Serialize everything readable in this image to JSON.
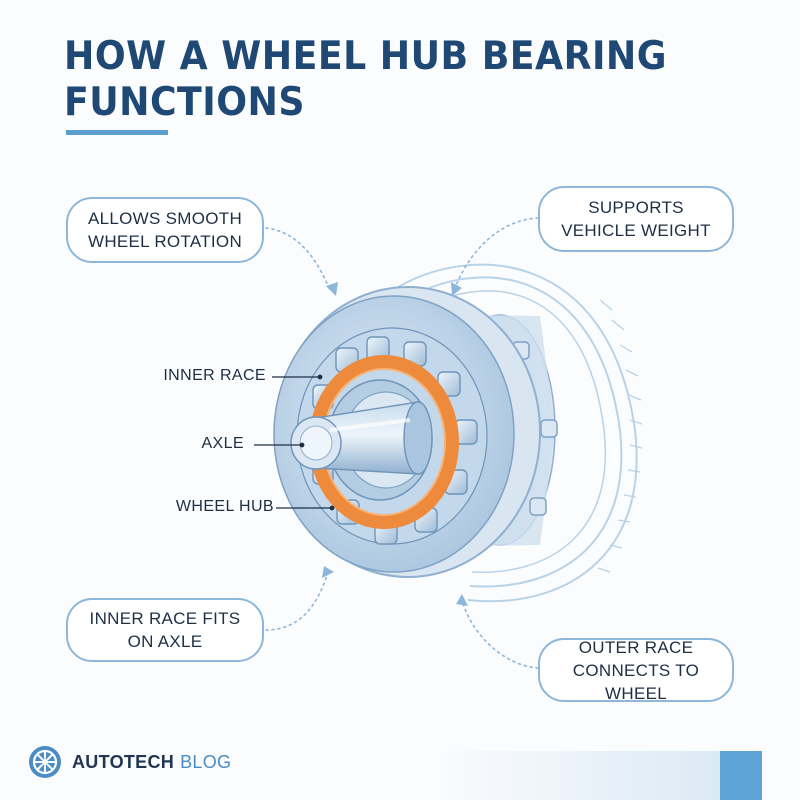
{
  "title": {
    "line1": "HOW A WHEEL HUB BEARING",
    "line2": "FUNCTIONS"
  },
  "callouts": {
    "smooth_rotation": {
      "line1": "ALLOWS SMOOTH",
      "line2": "WHEEL ROTATION"
    },
    "vehicle_weight": {
      "line1": "SUPPORTS",
      "line2": "VEHICLE WEIGHT"
    },
    "inner_race_fits": {
      "line1": "INNER RACE FITS",
      "line2": "ON AXLE"
    },
    "outer_race": {
      "line1": "OUTER RACE",
      "line2": "CONNECTS TO WHEEL"
    }
  },
  "labels": {
    "inner_race": "INNER RACE",
    "axle": "AXLE",
    "wheel_hub": "WHEEL HUB"
  },
  "footer": {
    "brand_primary": "AUTOTECH",
    "brand_secondary": "BLOG",
    "logo_icon": "wheel-logo-icon"
  },
  "colors": {
    "title": "#1f4874",
    "accent": "#5b9fd1",
    "callout_border": "#8cb7da",
    "cage_orange": "#ee8a3c",
    "steel_blue": "#9ab9d6"
  }
}
